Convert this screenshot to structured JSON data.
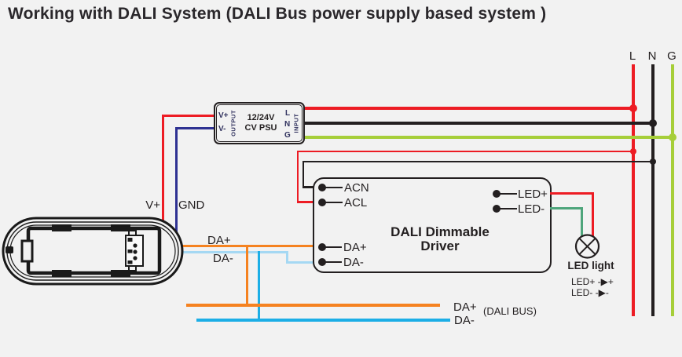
{
  "title": "Working with DALI System (DALI Bus power supply based system )",
  "colors": {
    "background": "#f2f2f2",
    "line_black": "#231f20",
    "red": "#ed1c24",
    "dark_blue": "#2e3192",
    "orange": "#f58220",
    "light_blue": "#a5d8f3",
    "cyan": "#1caee6",
    "green": "#4ea57b",
    "yellow_green": "#a6ce39"
  },
  "mains": {
    "l": "L",
    "n": "N",
    "g": "G"
  },
  "psu": {
    "vplus": "V+",
    "vminus": "V-",
    "output": "OUTPUT",
    "model_line1": "12/24V",
    "model_line2": "CV PSU",
    "l": "L",
    "n": "N",
    "g": "G",
    "input": "INPUT"
  },
  "sensor": {
    "vplus": "V+",
    "gnd": "GND",
    "daplus": "DA+",
    "daminus": "DA-"
  },
  "driver": {
    "name_line1": "DALI Dimmable",
    "name_line2": "Driver",
    "acn": "ACN",
    "acl": "ACL",
    "daplus": "DA+",
    "daminus": "DA-",
    "ledplus": "LED+",
    "ledminus": "LED-"
  },
  "bus": {
    "daplus": "DA+",
    "daminus": "DA-",
    "label": "(DALI BUS)"
  },
  "led": {
    "label": "LED light",
    "note_plus": "LED+ -▶+",
    "note_minus": "LED- -▶-"
  }
}
